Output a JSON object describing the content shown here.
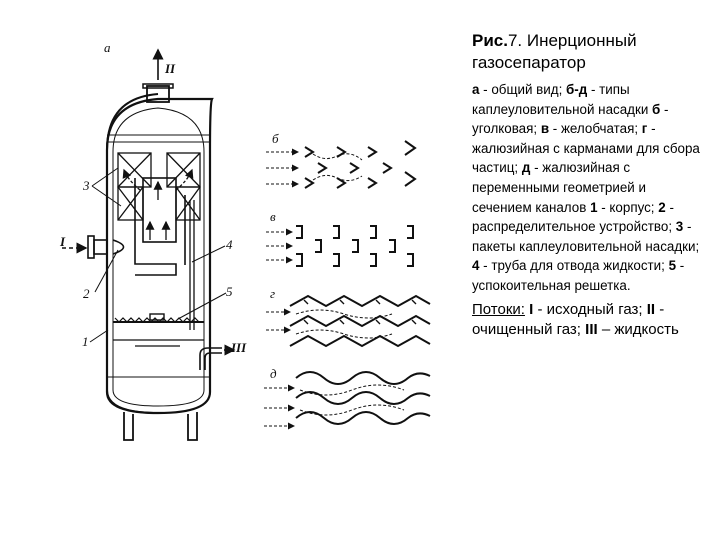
{
  "diagram": {
    "labels": {
      "view_a": "а",
      "view_b": "б",
      "view_v": "в",
      "view_g": "г",
      "view_d": "д",
      "flow_in": "I",
      "flow_gas_out": "II",
      "flow_liquid_out": "III",
      "pos_1": "1",
      "pos_2": "2",
      "pos_3": "3",
      "pos_4": "4",
      "pos_5": "5"
    }
  },
  "caption": {
    "title_prefix": "Рис.",
    "title_rest": "7. Инерционный газосепаратор",
    "lines": [
      {
        "key": "а",
        "text": " - общий вид; "
      },
      {
        "key": "б-д",
        "text": " - типы каплеуловительной насадки "
      },
      {
        "key": "б",
        "text": " - уголковая; "
      },
      {
        "key": "в",
        "text": " - желобчатая; "
      },
      {
        "key": "г",
        "text": " - жалюзийная с карманами для сбора частиц; "
      },
      {
        "key": "д",
        "text": " - жалюзийная с переменными геометрией и сечением каналов "
      },
      {
        "key": "1",
        "text": " - корпус; "
      },
      {
        "key": "2",
        "text": " - распределительное устройство; "
      },
      {
        "key": "3",
        "text": " - пакеты каплеуловительной насадки; "
      },
      {
        "key": "4",
        "text": " - труба для отвода жидкости; "
      },
      {
        "key": "5",
        "text": " - успокоительная решетка."
      }
    ],
    "flows_label": "Потоки:",
    "flows": [
      {
        "key": "I",
        "text": " - исходный газ; "
      },
      {
        "key": "II",
        "text": " - очищенный газ; "
      },
      {
        "key": "III",
        "text": " – жидкость"
      }
    ]
  }
}
